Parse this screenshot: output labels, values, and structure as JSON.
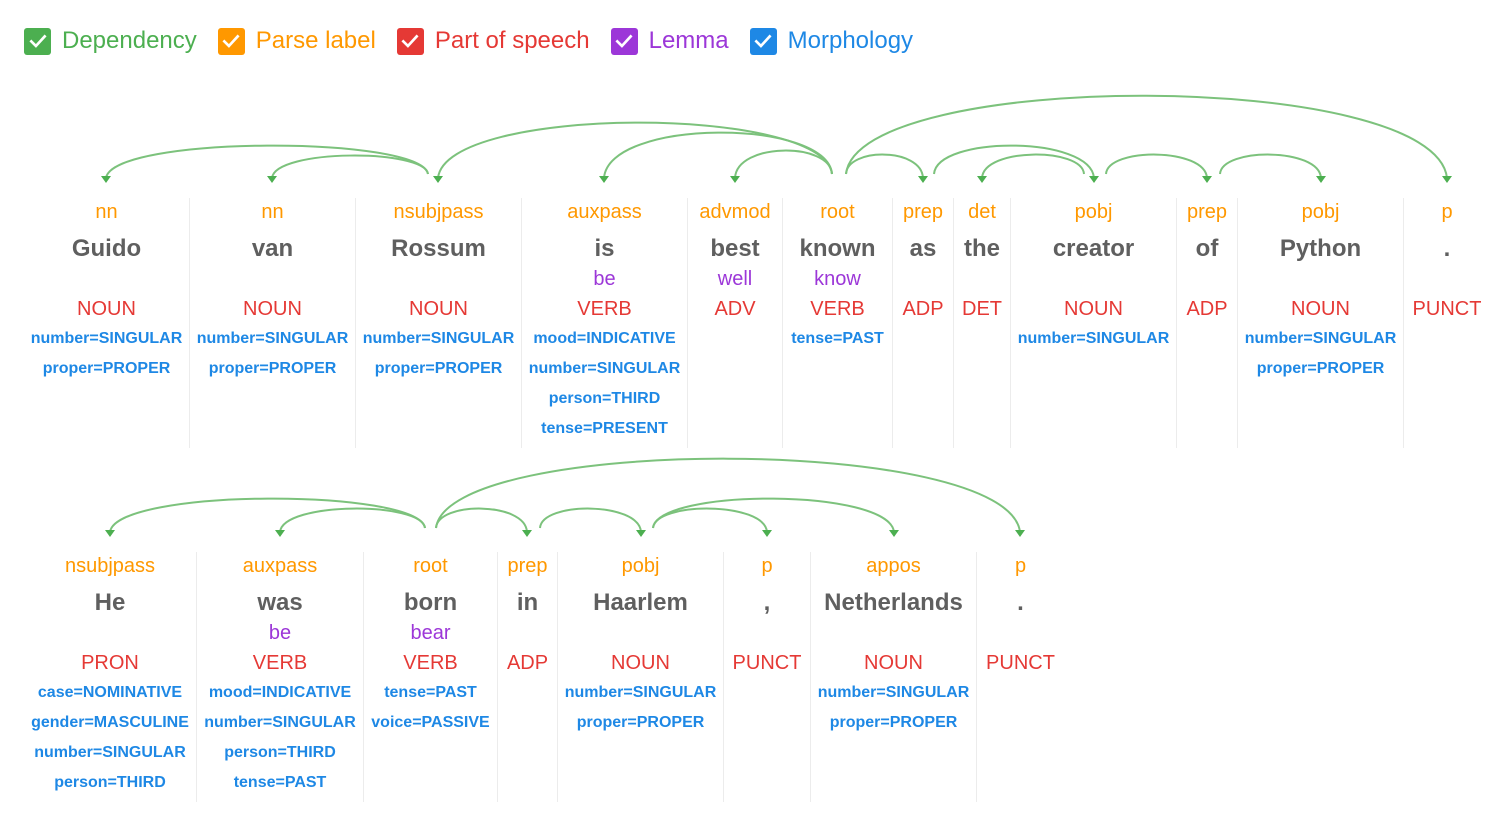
{
  "colors": {
    "dependency": "#4caf50",
    "parse_label": "#ff9800",
    "part_of_speech": "#e53935",
    "lemma": "#9c37d8",
    "morphology": "#1e88e5",
    "word": "#5f5f5f",
    "arc": "#7cc27c"
  },
  "legend": [
    {
      "label": "Dependency",
      "checked": true,
      "color": "#4caf50"
    },
    {
      "label": "Parse label",
      "checked": true,
      "color": "#ff9800"
    },
    {
      "label": "Part of speech",
      "checked": true,
      "color": "#e53935"
    },
    {
      "label": "Lemma",
      "checked": true,
      "color": "#9c37d8"
    },
    {
      "label": "Morphology",
      "checked": true,
      "color": "#1e88e5"
    }
  ],
  "sentences": [
    {
      "tokens": [
        {
          "label": "nn",
          "word": "Guido",
          "lemma": "",
          "pos": "NOUN",
          "morph": [
            "number=SINGULAR",
            "proper=PROPER"
          ],
          "head": 2
        },
        {
          "label": "nn",
          "word": "van",
          "lemma": "",
          "pos": "NOUN",
          "morph": [
            "number=SINGULAR",
            "proper=PROPER"
          ],
          "head": 2
        },
        {
          "label": "nsubjpass",
          "word": "Rossum",
          "lemma": "",
          "pos": "NOUN",
          "morph": [
            "number=SINGULAR",
            "proper=PROPER"
          ],
          "head": 5
        },
        {
          "label": "auxpass",
          "word": "is",
          "lemma": "be",
          "pos": "VERB",
          "morph": [
            "mood=INDICATIVE",
            "number=SINGULAR",
            "person=THIRD",
            "tense=PRESENT"
          ],
          "head": 5
        },
        {
          "label": "advmod",
          "word": "best",
          "lemma": "well",
          "pos": "ADV",
          "morph": [],
          "head": 5
        },
        {
          "label": "root",
          "word": "known",
          "lemma": "know",
          "pos": "VERB",
          "morph": [
            "tense=PAST"
          ],
          "head": null
        },
        {
          "label": "prep",
          "word": "as",
          "lemma": "",
          "pos": "ADP",
          "morph": [],
          "head": 5
        },
        {
          "label": "det",
          "word": "the",
          "lemma": "",
          "pos": "DET",
          "morph": [],
          "head": 8
        },
        {
          "label": "pobj",
          "word": "creator",
          "lemma": "",
          "pos": "NOUN",
          "morph": [
            "number=SINGULAR"
          ],
          "head": 6
        },
        {
          "label": "prep",
          "word": "of",
          "lemma": "",
          "pos": "ADP",
          "morph": [],
          "head": 8
        },
        {
          "label": "pobj",
          "word": "Python",
          "lemma": "",
          "pos": "NOUN",
          "morph": [
            "number=SINGULAR",
            "proper=PROPER"
          ],
          "head": 9
        },
        {
          "label": "p",
          "word": ".",
          "lemma": "",
          "pos": "PUNCT",
          "morph": [],
          "head": 5
        }
      ]
    },
    {
      "tokens": [
        {
          "label": "nsubjpass",
          "word": "He",
          "lemma": "",
          "pos": "PRON",
          "morph": [
            "case=NOMINATIVE",
            "gender=MASCULINE",
            "number=SINGULAR",
            "person=THIRD"
          ],
          "head": 2
        },
        {
          "label": "auxpass",
          "word": "was",
          "lemma": "be",
          "pos": "VERB",
          "morph": [
            "mood=INDICATIVE",
            "number=SINGULAR",
            "person=THIRD",
            "tense=PAST"
          ],
          "head": 2
        },
        {
          "label": "root",
          "word": "born",
          "lemma": "bear",
          "pos": "VERB",
          "morph": [
            "tense=PAST",
            "voice=PASSIVE"
          ],
          "head": null
        },
        {
          "label": "prep",
          "word": "in",
          "lemma": "",
          "pos": "ADP",
          "morph": [],
          "head": 2
        },
        {
          "label": "pobj",
          "word": "Haarlem",
          "lemma": "",
          "pos": "NOUN",
          "morph": [
            "number=SINGULAR",
            "proper=PROPER"
          ],
          "head": 3
        },
        {
          "label": "p",
          "word": ",",
          "lemma": "",
          "pos": "PUNCT",
          "morph": [],
          "head": 4
        },
        {
          "label": "appos",
          "word": "Netherlands",
          "lemma": "",
          "pos": "NOUN",
          "morph": [
            "number=SINGULAR",
            "proper=PROPER"
          ],
          "head": 4
        },
        {
          "label": "p",
          "word": ".",
          "lemma": "",
          "pos": "PUNCT",
          "morph": [],
          "head": 2
        }
      ]
    }
  ]
}
